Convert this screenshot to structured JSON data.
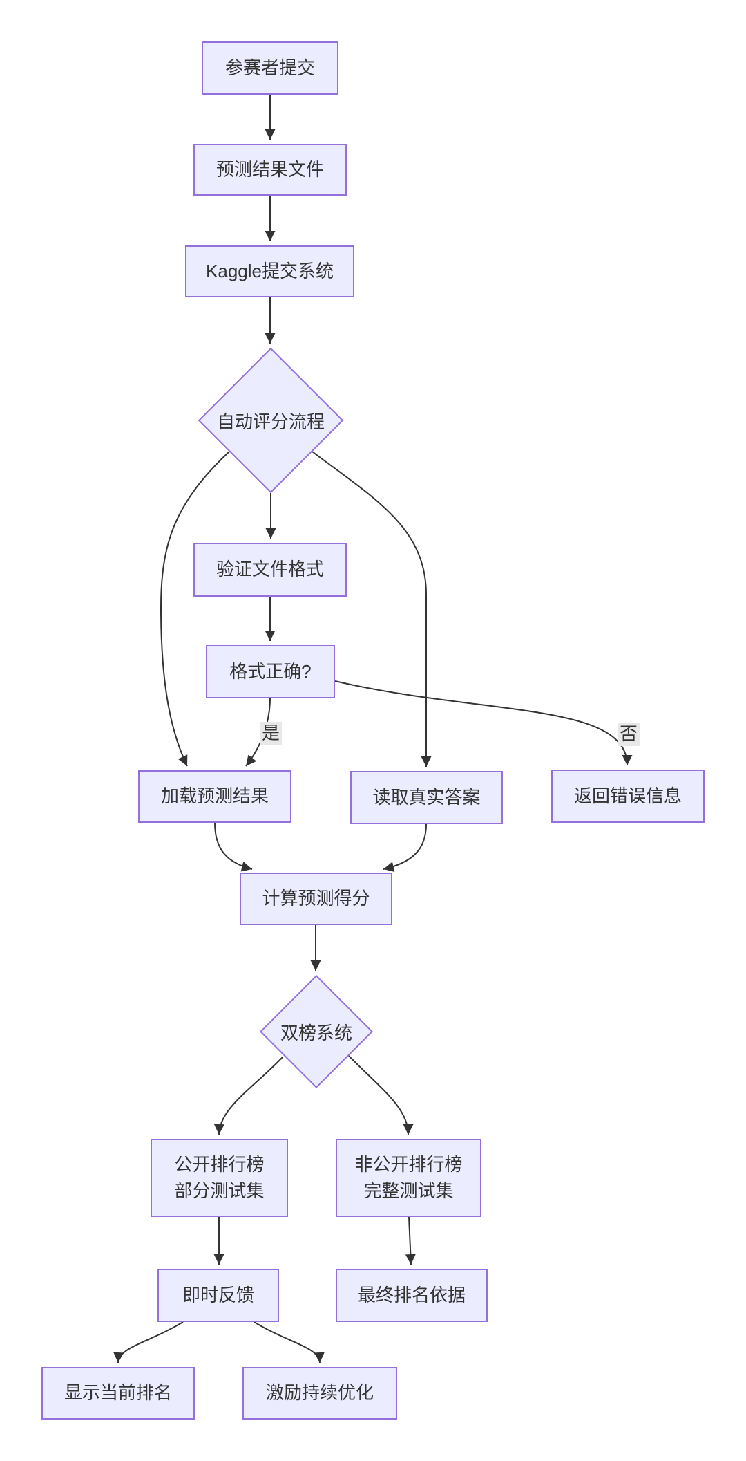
{
  "diagram": {
    "type": "flowchart",
    "direction": "top-down",
    "nodes": {
      "submit": {
        "label": "参赛者提交",
        "shape": "rect"
      },
      "file": {
        "label": "预测结果文件",
        "shape": "rect"
      },
      "kaggle": {
        "label": "Kaggle提交系统",
        "shape": "rect"
      },
      "auto_score": {
        "label": "自动评分流程",
        "shape": "diamond"
      },
      "validate": {
        "label": "验证文件格式",
        "shape": "rect"
      },
      "format_ok": {
        "label": "格式正确?",
        "shape": "rect"
      },
      "load": {
        "label": "加载预测结果",
        "shape": "rect"
      },
      "read": {
        "label": "读取真实答案",
        "shape": "rect"
      },
      "error": {
        "label": "返回错误信息",
        "shape": "rect"
      },
      "score": {
        "label": "计算预测得分",
        "shape": "rect"
      },
      "dual_board": {
        "label": "双榜系统",
        "shape": "diamond"
      },
      "public_board": {
        "line1": "公开排行榜",
        "line2": "部分测试集",
        "shape": "rect"
      },
      "private_board": {
        "line1": "非公开排行榜",
        "line2": "完整测试集",
        "shape": "rect"
      },
      "feedback": {
        "label": "即时反馈",
        "shape": "rect"
      },
      "final_rank": {
        "label": "最终排名依据",
        "shape": "rect"
      },
      "show_rank": {
        "label": "显示当前排名",
        "shape": "rect"
      },
      "motivate": {
        "label": "激励持续优化",
        "shape": "rect"
      }
    },
    "edge_labels": {
      "yes": "是",
      "no": "否"
    },
    "colors": {
      "node_fill": "#ECECFF",
      "node_border": "#9370DB",
      "edge_color": "#333333",
      "text_color": "#333333",
      "label_bg": "#e8e8e8"
    }
  }
}
